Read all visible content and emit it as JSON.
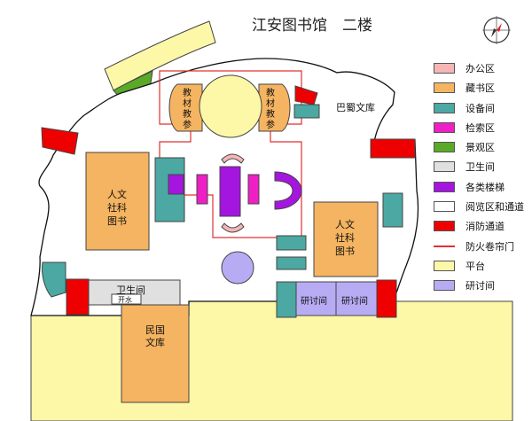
{
  "title": "江安图书馆　二楼",
  "rooms": {
    "teaching_left": "教材教参",
    "teaching_right": "教材教参",
    "bashu": "巴蜀文库",
    "humanities_left": "人文社科图书",
    "humanities_right": "人文社科图书",
    "restroom": "卫生间",
    "water": "开水",
    "seminar_1": "研讨间",
    "seminar_2": "研讨间",
    "minguo": "民国文库"
  },
  "legend": [
    {
      "key": "office",
      "label": "办公区",
      "color": "#f6b6b6"
    },
    {
      "key": "stacks",
      "label": "藏书区",
      "color": "#f5b461"
    },
    {
      "key": "equipment",
      "label": "设备间",
      "color": "#4ba8a2"
    },
    {
      "key": "search",
      "label": "检索区",
      "color": "#ee1fc4"
    },
    {
      "key": "landscape",
      "label": "景观区",
      "color": "#5aaa28"
    },
    {
      "key": "restroom",
      "label": "卫生间",
      "color": "#e0e0e0"
    },
    {
      "key": "stairs",
      "label": "各类楼梯",
      "color": "#a515e0"
    },
    {
      "key": "reading",
      "label": "阅览区和通道",
      "color": "#ffffff"
    },
    {
      "key": "fire",
      "label": "消防通道",
      "color": "#ee0000"
    },
    {
      "key": "shutter",
      "label": "防火卷帘门",
      "color": "#e03030",
      "style": "line"
    },
    {
      "key": "platform",
      "label": "平台",
      "color": "#fdf7a8"
    },
    {
      "key": "seminar",
      "label": "研讨间",
      "color": "#b7acf4"
    }
  ],
  "compass_icon": "compass-icon"
}
